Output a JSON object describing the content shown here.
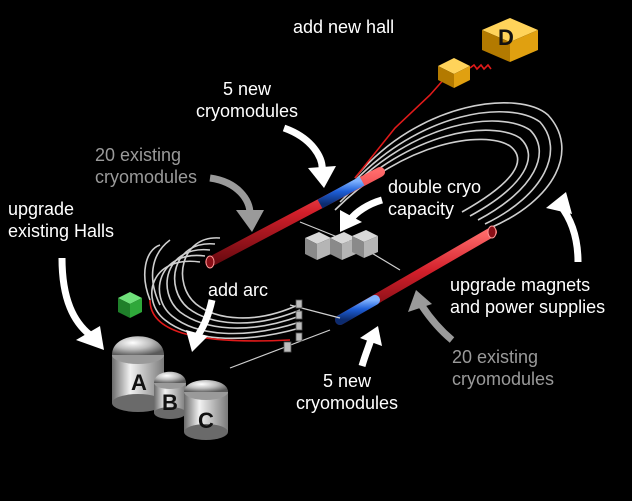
{
  "labels": {
    "add_new_hall": "add new hall",
    "five_new_cryo_top": "5 new\ncryomodules",
    "twenty_existing_left": "20 existing\ncryomodules",
    "upgrade_existing_halls": "upgrade\nexisting Halls",
    "double_cryo": "double cryo\ncapacity",
    "add_arc": "add arc",
    "upgrade_magnets": "upgrade magnets\nand power supplies",
    "twenty_existing_right": "20 existing\ncryomodules",
    "five_new_cryo_bottom": "5 new\ncryomodules"
  },
  "halls": {
    "a": "A",
    "b": "B",
    "c": "C",
    "d": "D"
  },
  "colors": {
    "background": "#000000",
    "new_cryomodule": "#1e5fd8",
    "existing_cryomodule": "#c8202a",
    "beamline": "#cfcfcf",
    "hall_d_block": "#f2b515",
    "new_hall_line": "#e01a1a",
    "green_block": "#2fa83a",
    "text_white": "#ffffff",
    "text_gray": "#9a9a9a"
  }
}
